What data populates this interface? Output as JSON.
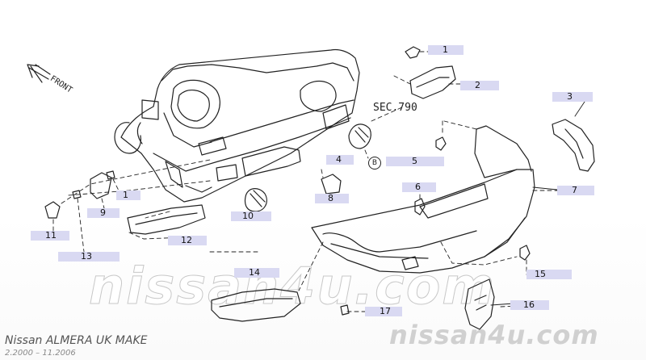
{
  "watermark_center": "nissan4u.com",
  "watermark_corner": "nissan4u.com",
  "caption_model": "Nissan ALMERA UK MAKE",
  "caption_dates": "2.2000 – 11.2006",
  "section_ref": "SEC.790",
  "front_label": "FRONT",
  "circle_marker": "B",
  "callouts": [
    "1",
    "2",
    "3",
    "4",
    "5",
    "6",
    "7",
    "8",
    "9",
    "10",
    "11",
    "12",
    "13",
    "14",
    "15",
    "16",
    "17",
    "1"
  ],
  "colors": {
    "callout_fill": "#d9d9f2",
    "line": "#222222"
  }
}
